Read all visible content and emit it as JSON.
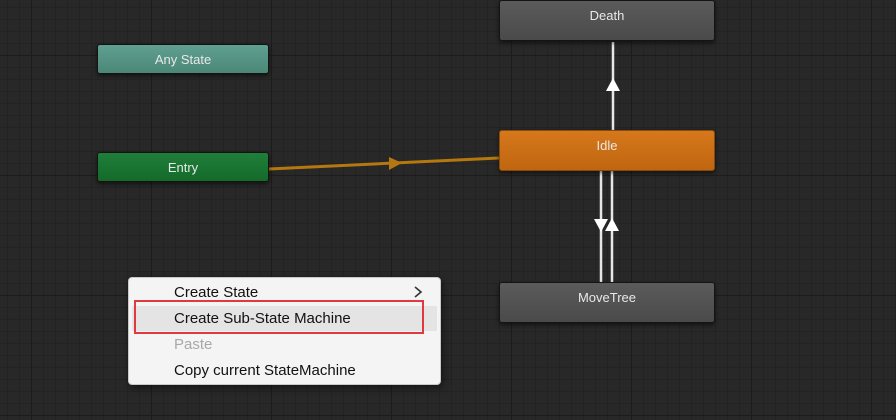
{
  "graph": {
    "nodes": {
      "any_state": "Any State",
      "entry": "Entry",
      "death": "Death",
      "idle": "Idle",
      "move_tree": "MoveTree"
    },
    "colors": {
      "any_state": "#4b8777",
      "entry": "#146a2a",
      "default_state": "#bf6610",
      "state": "#4a4a4a",
      "default_transition": "#b5770f",
      "transition": "#e6e6e6"
    }
  },
  "context_menu": {
    "items": [
      {
        "label": "Create State",
        "has_submenu": true,
        "enabled": true
      },
      {
        "label": "Create Sub-State Machine",
        "has_submenu": false,
        "enabled": true,
        "highlighted": true
      },
      {
        "label": "Paste",
        "has_submenu": false,
        "enabled": false
      },
      {
        "label": "Copy current StateMachine",
        "has_submenu": false,
        "enabled": true
      }
    ],
    "submenu_icon": "chevron-right-icon"
  },
  "annotation": {
    "color": "#e0393e"
  }
}
